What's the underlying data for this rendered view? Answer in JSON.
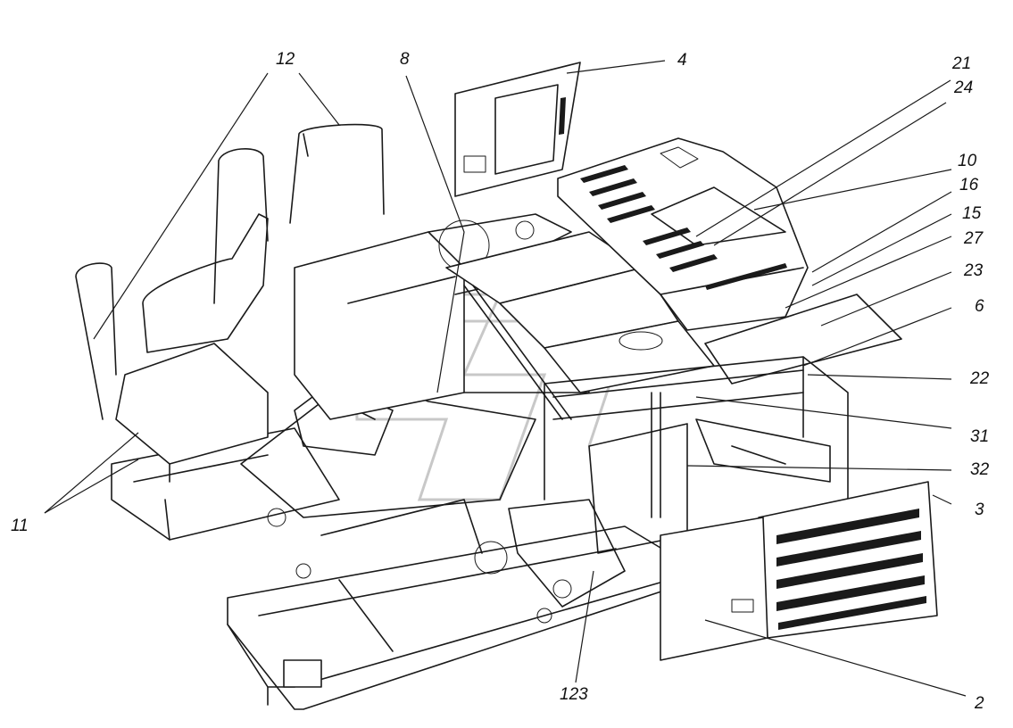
{
  "callouts": [
    {
      "id": "12",
      "text": "12"
    },
    {
      "id": "8",
      "text": "8"
    },
    {
      "id": "4",
      "text": "4"
    },
    {
      "id": "21",
      "text": "21"
    },
    {
      "id": "24",
      "text": "24"
    },
    {
      "id": "10",
      "text": "10"
    },
    {
      "id": "16",
      "text": "16"
    },
    {
      "id": "15",
      "text": "15"
    },
    {
      "id": "27",
      "text": "27"
    },
    {
      "id": "23",
      "text": "23"
    },
    {
      "id": "6",
      "text": "6"
    },
    {
      "id": "22",
      "text": "22"
    },
    {
      "id": "31",
      "text": "31"
    },
    {
      "id": "32",
      "text": "32"
    },
    {
      "id": "3",
      "text": "3"
    },
    {
      "id": "2",
      "text": "2"
    },
    {
      "id": "123",
      "text": "123"
    },
    {
      "id": "11",
      "text": "11"
    }
  ],
  "line_color": "#1a1a1a",
  "watermark_color": "#c8c8c8"
}
